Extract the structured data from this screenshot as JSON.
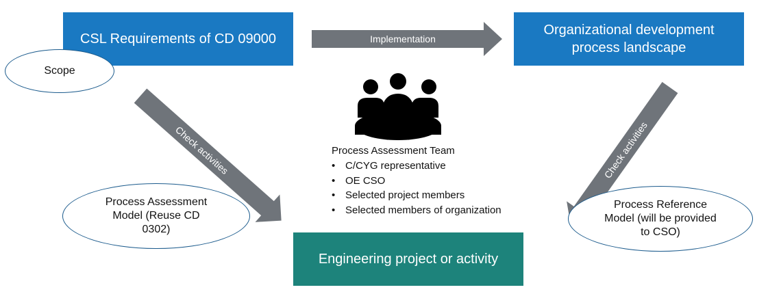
{
  "boxes": {
    "csl": "CSL Requirements of CD 09000",
    "odpl": "Organizational development process landscape",
    "engineering": "Engineering project or activity"
  },
  "ellipses": {
    "scope": "Scope",
    "pam": "Process Assessment Model (Reuse CD 0302)",
    "prm": "Process Reference Model (will be provided to CSO)"
  },
  "arrows": {
    "implementation": "Implementation",
    "check_left": "Check activities",
    "check_right": "Check activities"
  },
  "team": {
    "title": "Process Assessment Team",
    "members": [
      "C/CYG representative",
      "OE CSO",
      "Selected project members",
      "Selected members of organization"
    ]
  },
  "colors": {
    "blue_box": "#1a79c2",
    "teal_box": "#1d837b",
    "arrow_gray": "#6f747a",
    "ellipse_border": "#1a5a8c"
  },
  "icons": {
    "team": "meeting-group-icon"
  }
}
